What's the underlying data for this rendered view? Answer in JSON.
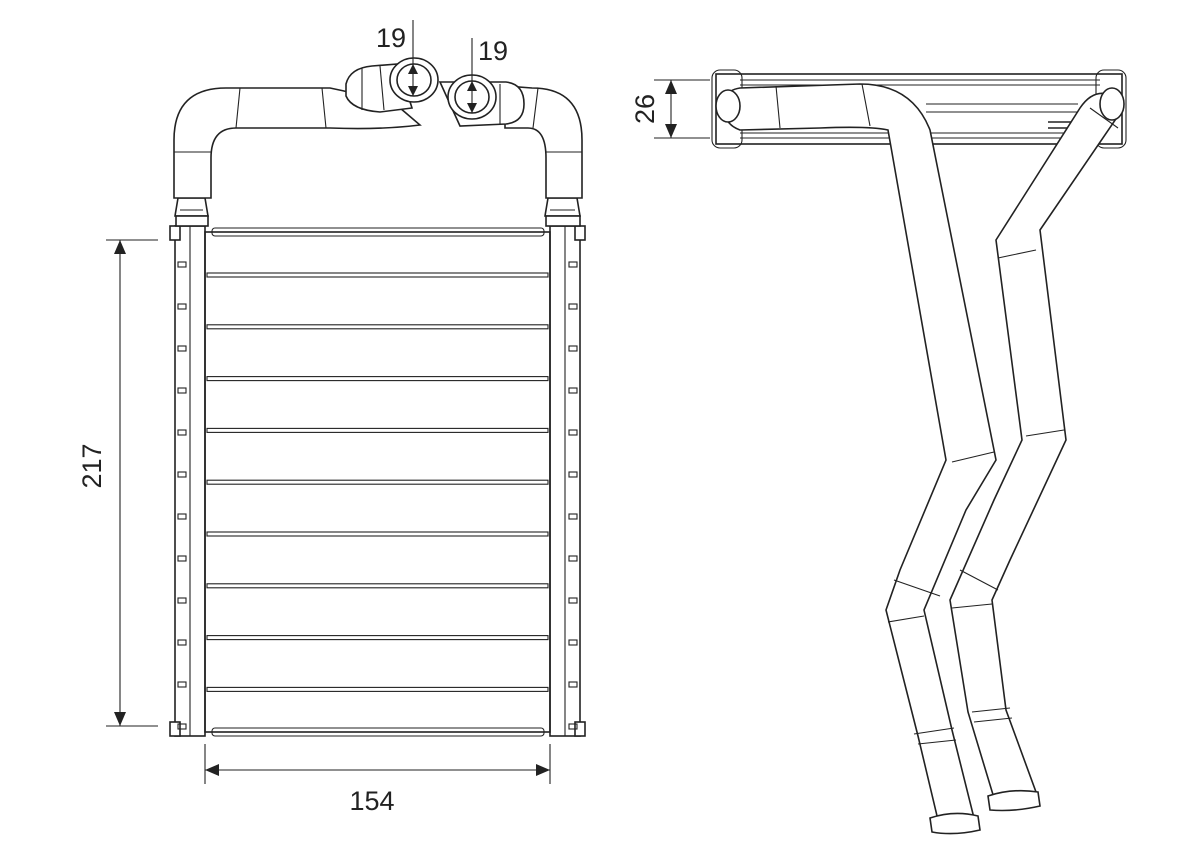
{
  "dimensions": {
    "inlet_diameter": "19",
    "outlet_diameter": "19",
    "core_height": "217",
    "core_width": "154",
    "depth": "26"
  },
  "colors": {
    "line": "#222222",
    "background": "#ffffff"
  }
}
